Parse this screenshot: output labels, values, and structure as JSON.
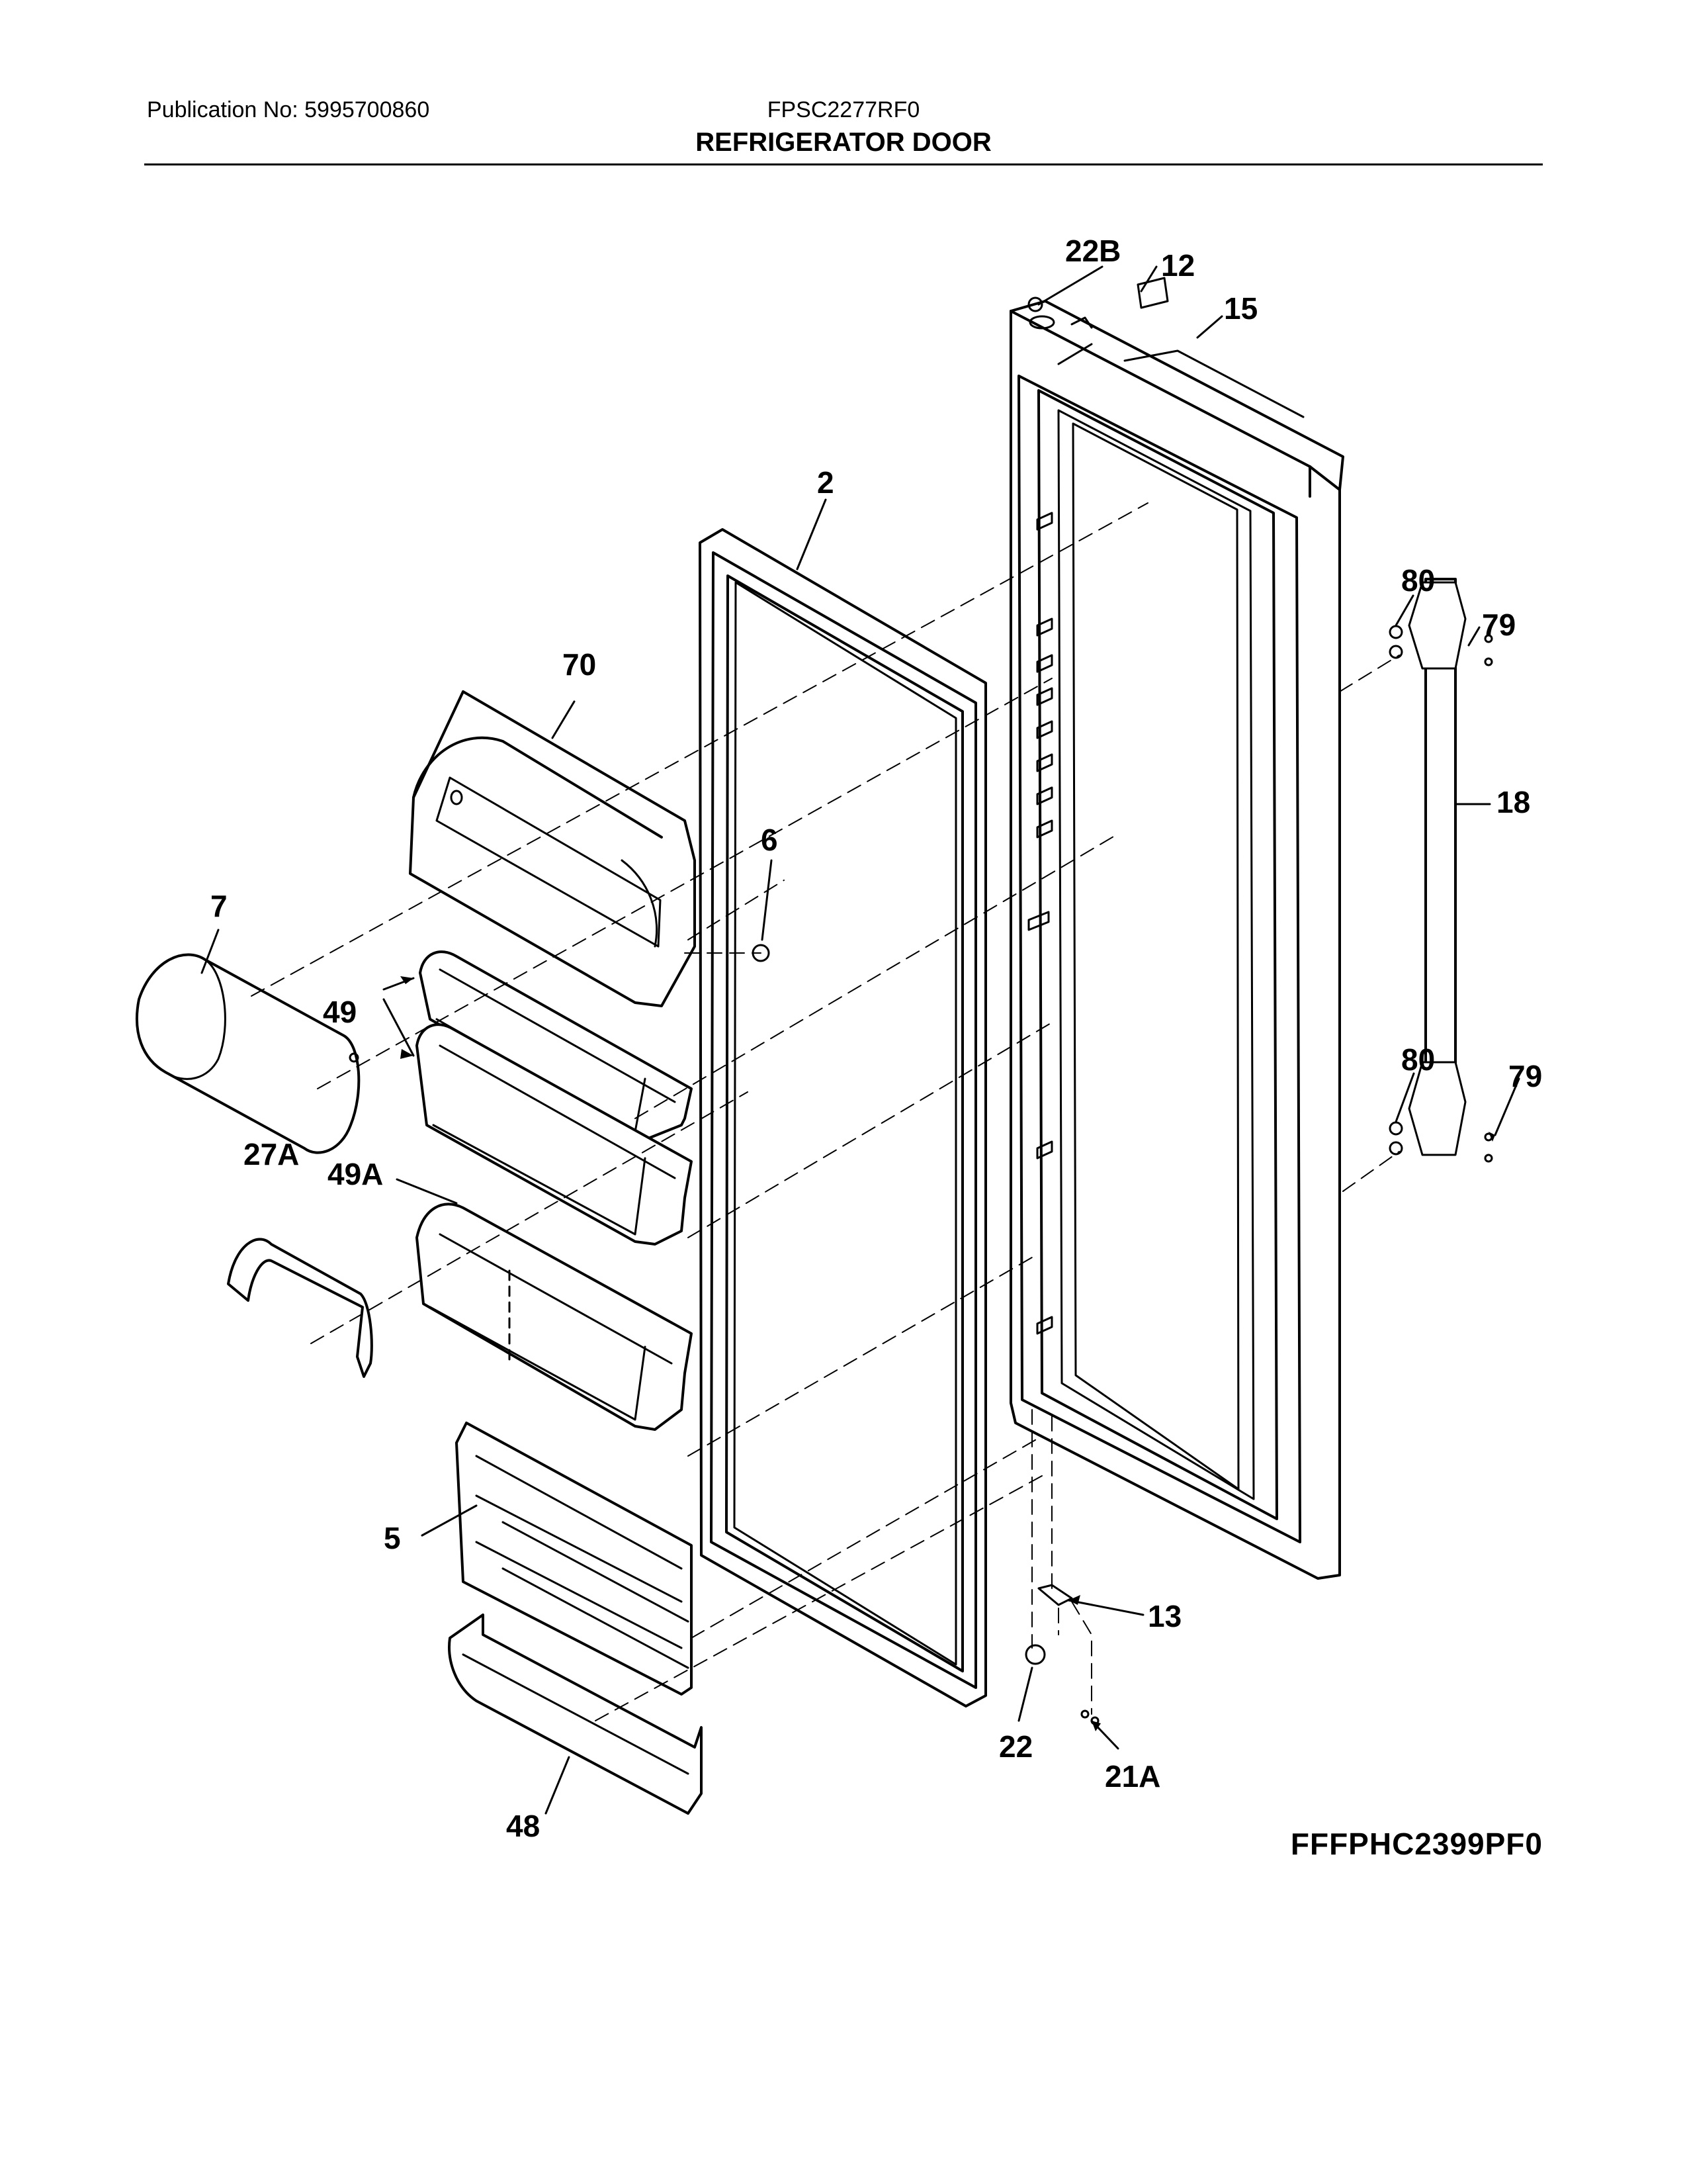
{
  "header": {
    "publication": "Publication No: 5995700860",
    "model": "FPSC2277RF0",
    "title": "REFRIGERATOR DOOR"
  },
  "parts": {
    "p2": "2",
    "p5": "5",
    "p6": "6",
    "p7": "7",
    "p12": "12",
    "p13": "13",
    "p15": "15",
    "p18": "18",
    "p21a": "21A",
    "p22": "22",
    "p22b": "22B",
    "p27a": "27A",
    "p48": "48",
    "p49": "49",
    "p49a": "49A",
    "p70": "70",
    "p79a": "79",
    "p79b": "79",
    "p80a": "80",
    "p80b": "80"
  },
  "footer": {
    "code": "FFFPHC2399PF0"
  }
}
